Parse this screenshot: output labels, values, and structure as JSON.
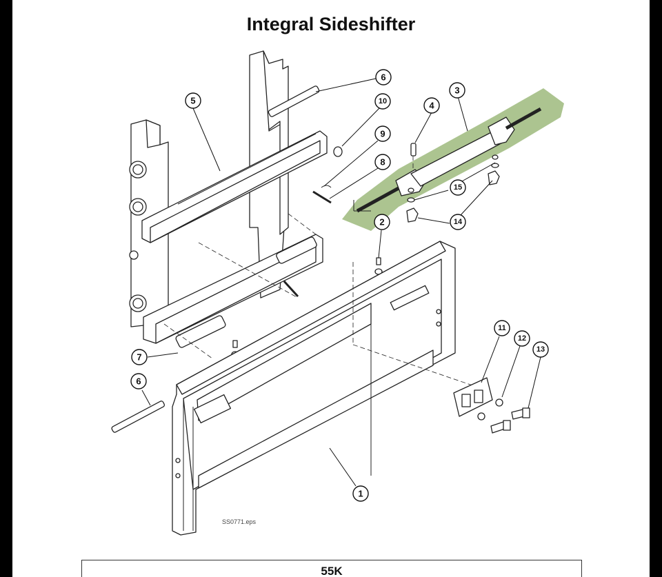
{
  "title": "Integral Sideshifter",
  "figure_file": "SS0771.eps",
  "model": "55K",
  "highlight_color": "#9dba7c",
  "callouts": [
    "6",
    "5",
    "10",
    "9",
    "8",
    "4",
    "3",
    "15",
    "14",
    "2",
    "11",
    "12",
    "13",
    "7",
    "6",
    "1"
  ]
}
